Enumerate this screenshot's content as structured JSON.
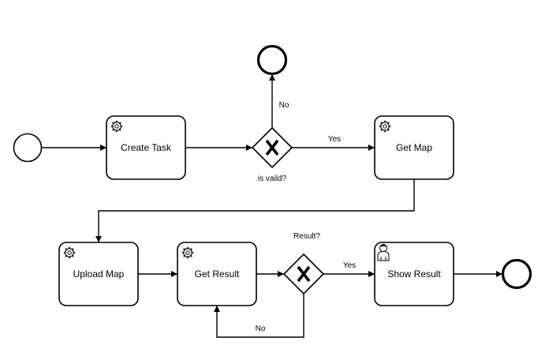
{
  "diagram": {
    "type": "bpmn-process",
    "events": {
      "start": {
        "kind": "start-event"
      },
      "end_invalid": {
        "kind": "end-event"
      },
      "end_final": {
        "kind": "end-event"
      }
    },
    "tasks": {
      "create_task": {
        "label": "Create Task",
        "icon": "gear-icon",
        "task_type": "service"
      },
      "get_map": {
        "label": "Get Map",
        "icon": "gear-icon",
        "task_type": "service"
      },
      "upload_map": {
        "label": "Upload Map",
        "icon": "gear-icon",
        "task_type": "service"
      },
      "get_result": {
        "label": "Get Result",
        "icon": "gear-icon",
        "task_type": "service"
      },
      "show_result": {
        "label": "Show Result",
        "icon": "user-icon",
        "task_type": "user"
      }
    },
    "gateways": {
      "is_valid": {
        "label": "is vaild?",
        "kind": "exclusive"
      },
      "result": {
        "label": "Result?",
        "kind": "exclusive"
      }
    },
    "flow_labels": {
      "valid_no": "No",
      "valid_yes": "Yes",
      "result_yes": "Yes",
      "result_no": "No"
    },
    "colors": {
      "stroke": "#000000",
      "fill": "#ffffff"
    }
  }
}
